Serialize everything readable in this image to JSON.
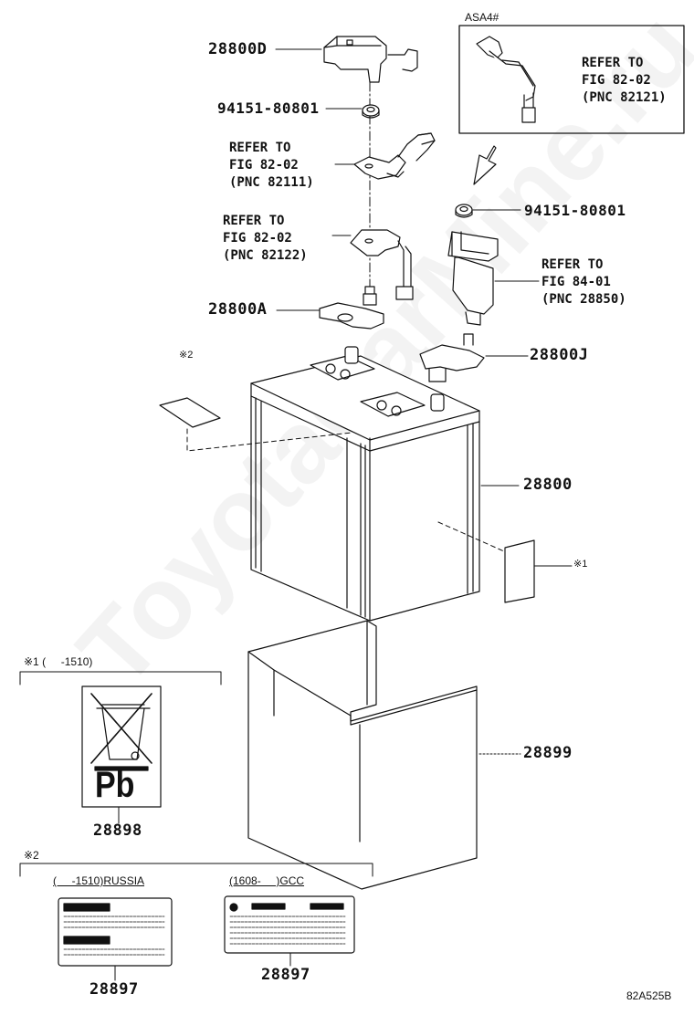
{
  "inset": {
    "tag": "ASA4#",
    "refer_l1": "REFER TO",
    "refer_l2": "FIG 82-02",
    "refer_l3": "(PNC 82121)"
  },
  "parts": {
    "cover_d": "28800D",
    "nut_top": "94151-80801",
    "nut_right": "94151-80801",
    "terminal_a": "28800A",
    "terminal_j": "28800J",
    "battery": "28800",
    "tray": "28899",
    "label_pb": "28898",
    "label_russia": "28897",
    "label_gcc": "28897"
  },
  "refs": {
    "r1": [
      "REFER TO",
      "FIG 82-02",
      "(PNC 82111)"
    ],
    "r2": [
      "REFER TO",
      "FIG 82-02",
      "(PNC 82122)"
    ],
    "r3": [
      "REFER TO",
      "FIG 84-01",
      "(PNC 28850)"
    ]
  },
  "notes": {
    "mark1": "※1",
    "mark2": "※2",
    "note1_title": "※1 (     -1510)",
    "note2_mark": "※2",
    "russia": "(     -1510)RUSSIA",
    "gcc": "(1608-     )GCC",
    "pb": "Pb"
  },
  "footer_code": "82A525B",
  "watermark": "ToyotaCarMine.ru"
}
